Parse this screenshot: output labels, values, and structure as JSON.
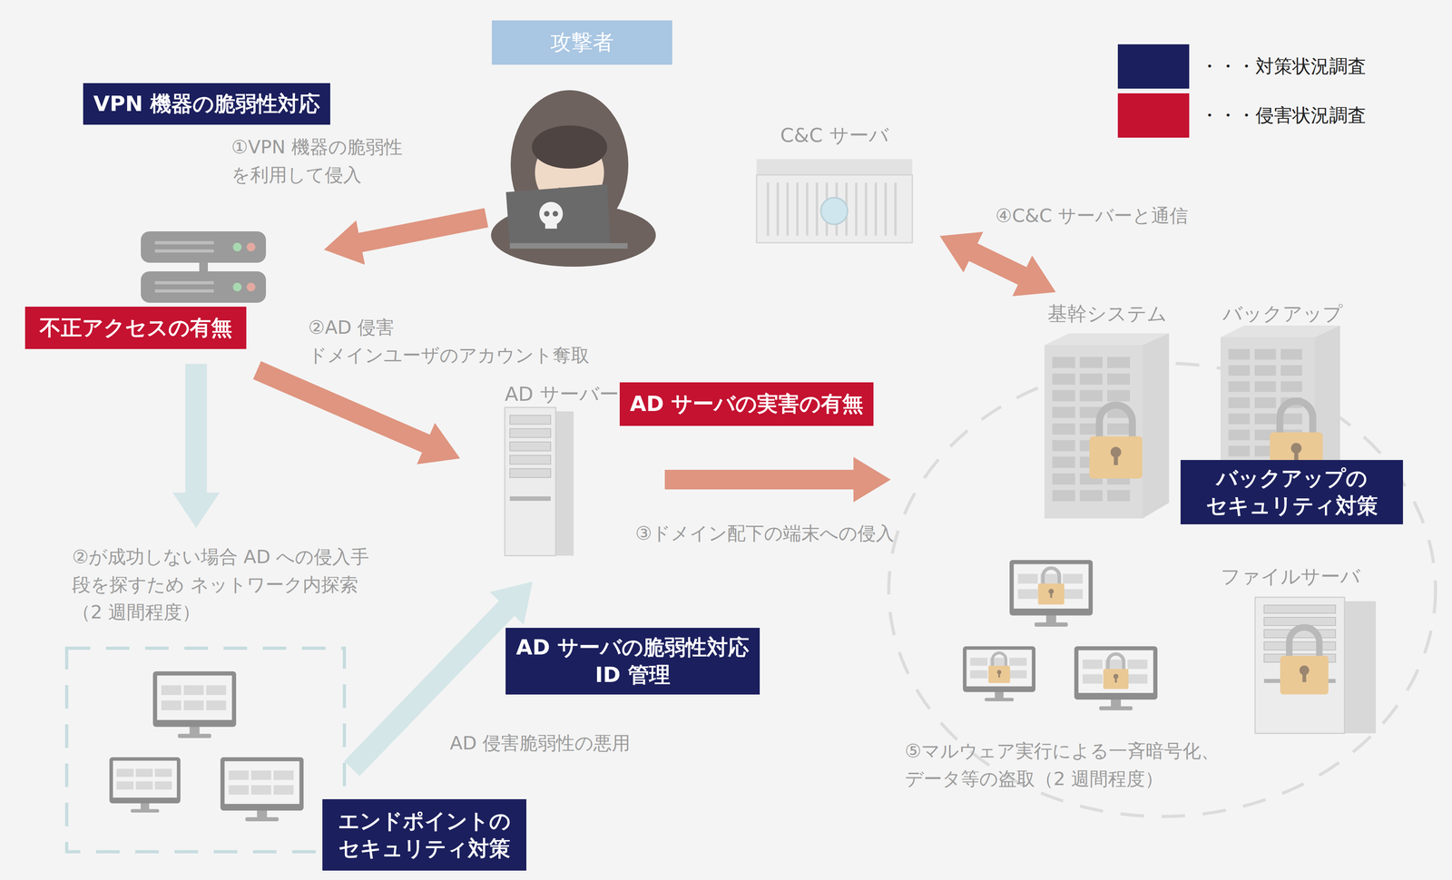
{
  "diagram": {
    "nodes": [
      {
        "text": [
          "攻撃者"
        ]
      },
      {
        "text": [
          "VPN 機器の脆弱性対応"
        ]
      },
      {
        "text": [
          "不正アクセスの有無"
        ]
      },
      {
        "text": [
          "C&C サーバ"
        ]
      },
      {
        "text": [
          "AD サーバー"
        ]
      },
      {
        "text": [
          "AD サーバの実害の有無"
        ]
      },
      {
        "text": [
          "基幹システム"
        ]
      },
      {
        "text": [
          "バックアップ"
        ]
      },
      {
        "text": [
          "バックアップの セキュリティ対策"
        ]
      },
      {
        "text": [
          "ファイルサーバ"
        ]
      },
      {
        "text": [
          "AD サーバの脆弱性対応 ID 管理"
        ]
      },
      {
        "text": [
          "エンドポイントの セキュリティ対策"
        ]
      }
    ],
    "edges": [
      {
        "from": 0,
        "to": 2,
        "arrow": "to"
      },
      {
        "from": 2,
        "to": 4,
        "arrow": "to"
      },
      {
        "from": 3,
        "to": 6,
        "arrow": "both"
      }
    ],
    "labels": [
      "①VPN 機器の脆弱性 を利用して侵入",
      "②AD 侵害 ドメインユーザのアカウント奪取",
      "③ドメイン配下の端末への侵入",
      "④C&C サーバーと通信",
      "②が成功しない場合 AD への侵入手段を探すため ネットワーク内探索（2 週間程度）",
      "AD 侵害脆弱性の悪用",
      "⑤マルウェア実行による一斉暗号化、 データ等の盗取（2 週間程度）"
    ],
    "legend": [
      {
        "text": "・・・対策状況調査",
        "color": "#1b1f5d"
      },
      {
        "text": "・・・侵害状況調査",
        "color": "#c41230"
      }
    ]
  }
}
